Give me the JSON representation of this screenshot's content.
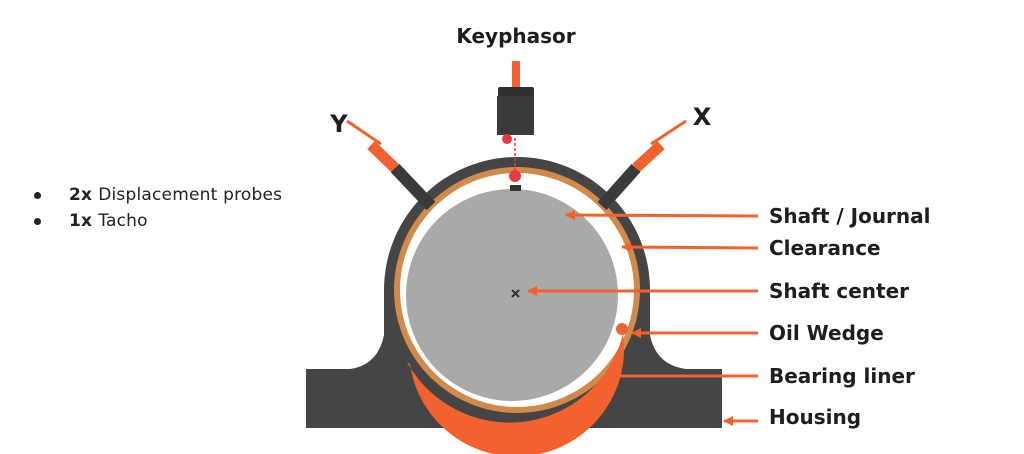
{
  "title": "Keyphasor",
  "probes": {
    "y_label": "Y",
    "x_label": "X"
  },
  "instrumentation": [
    {
      "count": "2x",
      "label": "Displacement probes"
    },
    {
      "count": "1x",
      "label": "Tacho"
    }
  ],
  "labels": {
    "shaft_journal": "Shaft / Journal",
    "clearance": "Clearance",
    "shaft_center": "Shaft center",
    "oil_wedge": "Oil Wedge",
    "bearing_liner": "Bearing liner",
    "housing": "Housing"
  },
  "colors": {
    "housing": "#454545",
    "liner": "#d28a4a",
    "clearance": "#ffffff",
    "shaft": "#a9a9a9",
    "oil": "#f2622e",
    "arrow": "#f2622e",
    "keyphasor_dot": "#e63946",
    "text": "#1e1e1e"
  }
}
